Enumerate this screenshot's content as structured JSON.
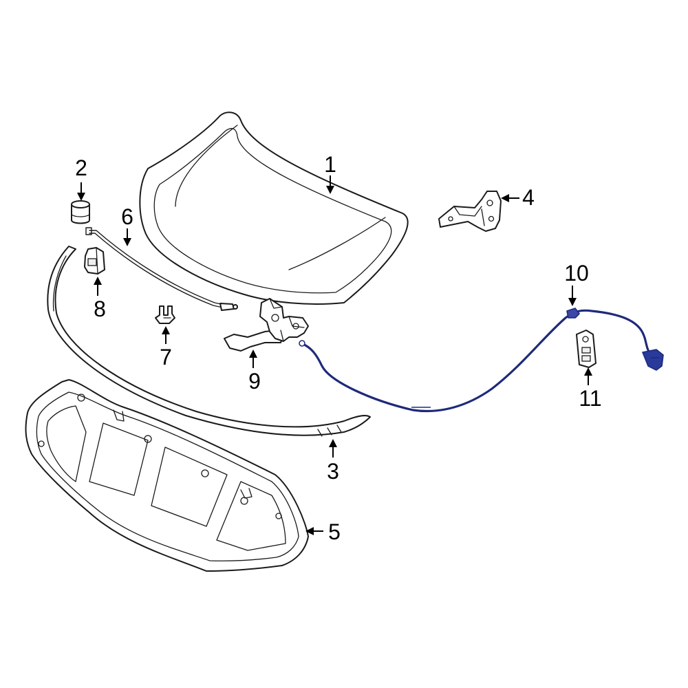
{
  "diagram": {
    "highlight_color": "#1e2a7a",
    "line_color": "#1a1a1a",
    "callouts": [
      {
        "id": "1",
        "label": "1"
      },
      {
        "id": "2",
        "label": "2"
      },
      {
        "id": "3",
        "label": "3"
      },
      {
        "id": "4",
        "label": "4"
      },
      {
        "id": "5",
        "label": "5"
      },
      {
        "id": "6",
        "label": "6"
      },
      {
        "id": "7",
        "label": "7"
      },
      {
        "id": "8",
        "label": "8"
      },
      {
        "id": "9",
        "label": "9"
      },
      {
        "id": "10",
        "label": "10"
      },
      {
        "id": "11",
        "label": "11"
      }
    ],
    "parts": [
      {
        "callout": "1",
        "kind": "hood-panel"
      },
      {
        "callout": "2",
        "kind": "bumper-stop"
      },
      {
        "callout": "3",
        "kind": "weatherstrip-seal"
      },
      {
        "callout": "4",
        "kind": "hinge"
      },
      {
        "callout": "5",
        "kind": "insulator-pad"
      },
      {
        "callout": "6",
        "kind": "support-rod"
      },
      {
        "callout": "7",
        "kind": "retainer-clip"
      },
      {
        "callout": "8",
        "kind": "rod-holder-clip"
      },
      {
        "callout": "9",
        "kind": "latch"
      },
      {
        "callout": "10",
        "kind": "release-cable",
        "highlighted": true
      },
      {
        "callout": "11",
        "kind": "cable-clip"
      }
    ]
  }
}
